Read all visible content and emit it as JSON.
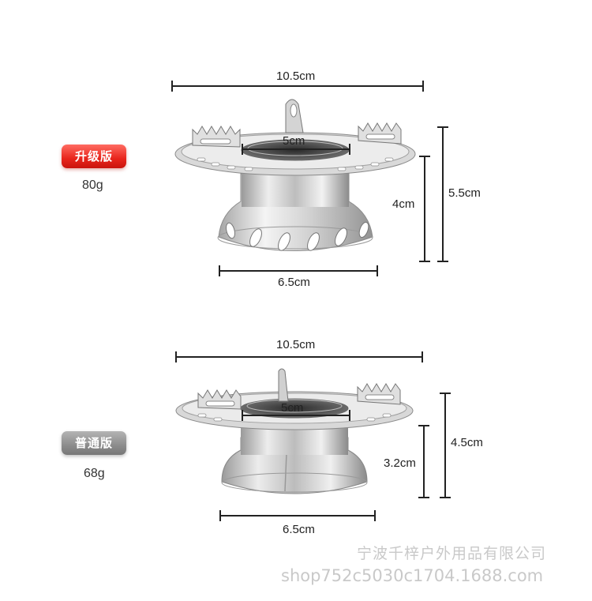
{
  "upgrade": {
    "badge": "升级版",
    "weight": "80g",
    "top_width": "10.5cm",
    "inner_diameter": "5cm",
    "total_height": "5.5cm",
    "base_height": "4cm",
    "base_width": "6.5cm"
  },
  "standard": {
    "badge": "普通版",
    "weight": "68g",
    "top_width": "10.5cm",
    "inner_diameter": "5cm",
    "total_height": "4.5cm",
    "base_height": "3.2cm",
    "base_width": "6.5cm"
  },
  "watermark": {
    "company": "宁波千梓户外用品有限公司",
    "url": "shop752c5030c1704.1688.com"
  },
  "colors": {
    "badge_upgrade": "#e8251c",
    "badge_standard": "#8c8c8c",
    "steel_light": "#e6e6e6",
    "steel_dark": "#8a8a8a"
  }
}
